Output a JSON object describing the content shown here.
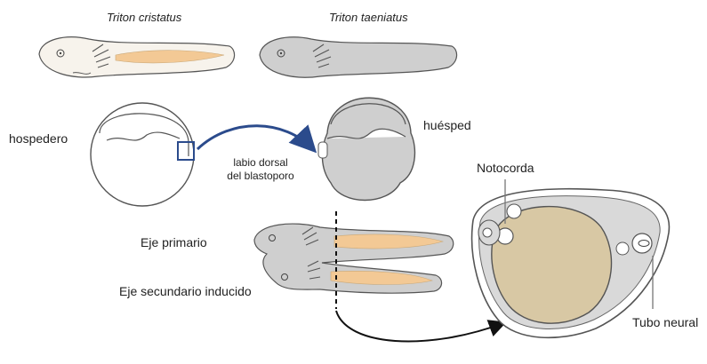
{
  "species": {
    "left": "Triton cristatus",
    "right": "Triton taeniatus"
  },
  "labels": {
    "host": "hospedero",
    "guest": "huésped",
    "dorsal_lip_line1": "labio dorsal",
    "dorsal_lip_line2": "del blastoporo",
    "primary_axis": "Eje primario",
    "secondary_axis": "Eje secundario inducido",
    "notochord": "Notocorda",
    "neural_tube": "Tubo neural"
  },
  "colors": {
    "host_fill": "#ffffff",
    "donor_fill": "#cfcfcf",
    "yolk_fill": "#d8c8a4",
    "host_tissue_stripe": "#f3c995",
    "arrow": "#2b4b8c",
    "outline": "#555555"
  },
  "icons": {
    "transplant_arrow": "curved-arrow-icon",
    "section_arrow": "curved-arrow-icon"
  }
}
